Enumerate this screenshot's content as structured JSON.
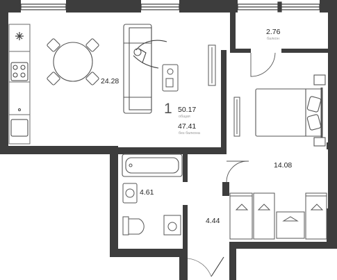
{
  "plan": {
    "rooms_count": "1",
    "total_area": "50.17",
    "total_area_caption": "общая",
    "living_area": "47.41",
    "living_area_caption": "без балкона",
    "rooms": [
      {
        "name": "living-kitchen",
        "area": "24.28"
      },
      {
        "name": "balcony",
        "area": "2.76",
        "caption": "балкон"
      },
      {
        "name": "bedroom",
        "area": "14.08"
      },
      {
        "name": "bathroom",
        "area": "4.61"
      },
      {
        "name": "hallway",
        "area": "4.44"
      }
    ]
  },
  "colors": {
    "wall": "#3d3d3d",
    "furniture": "#6a6a6a",
    "background": "#ffffff",
    "caption": "#9a9a9a"
  }
}
